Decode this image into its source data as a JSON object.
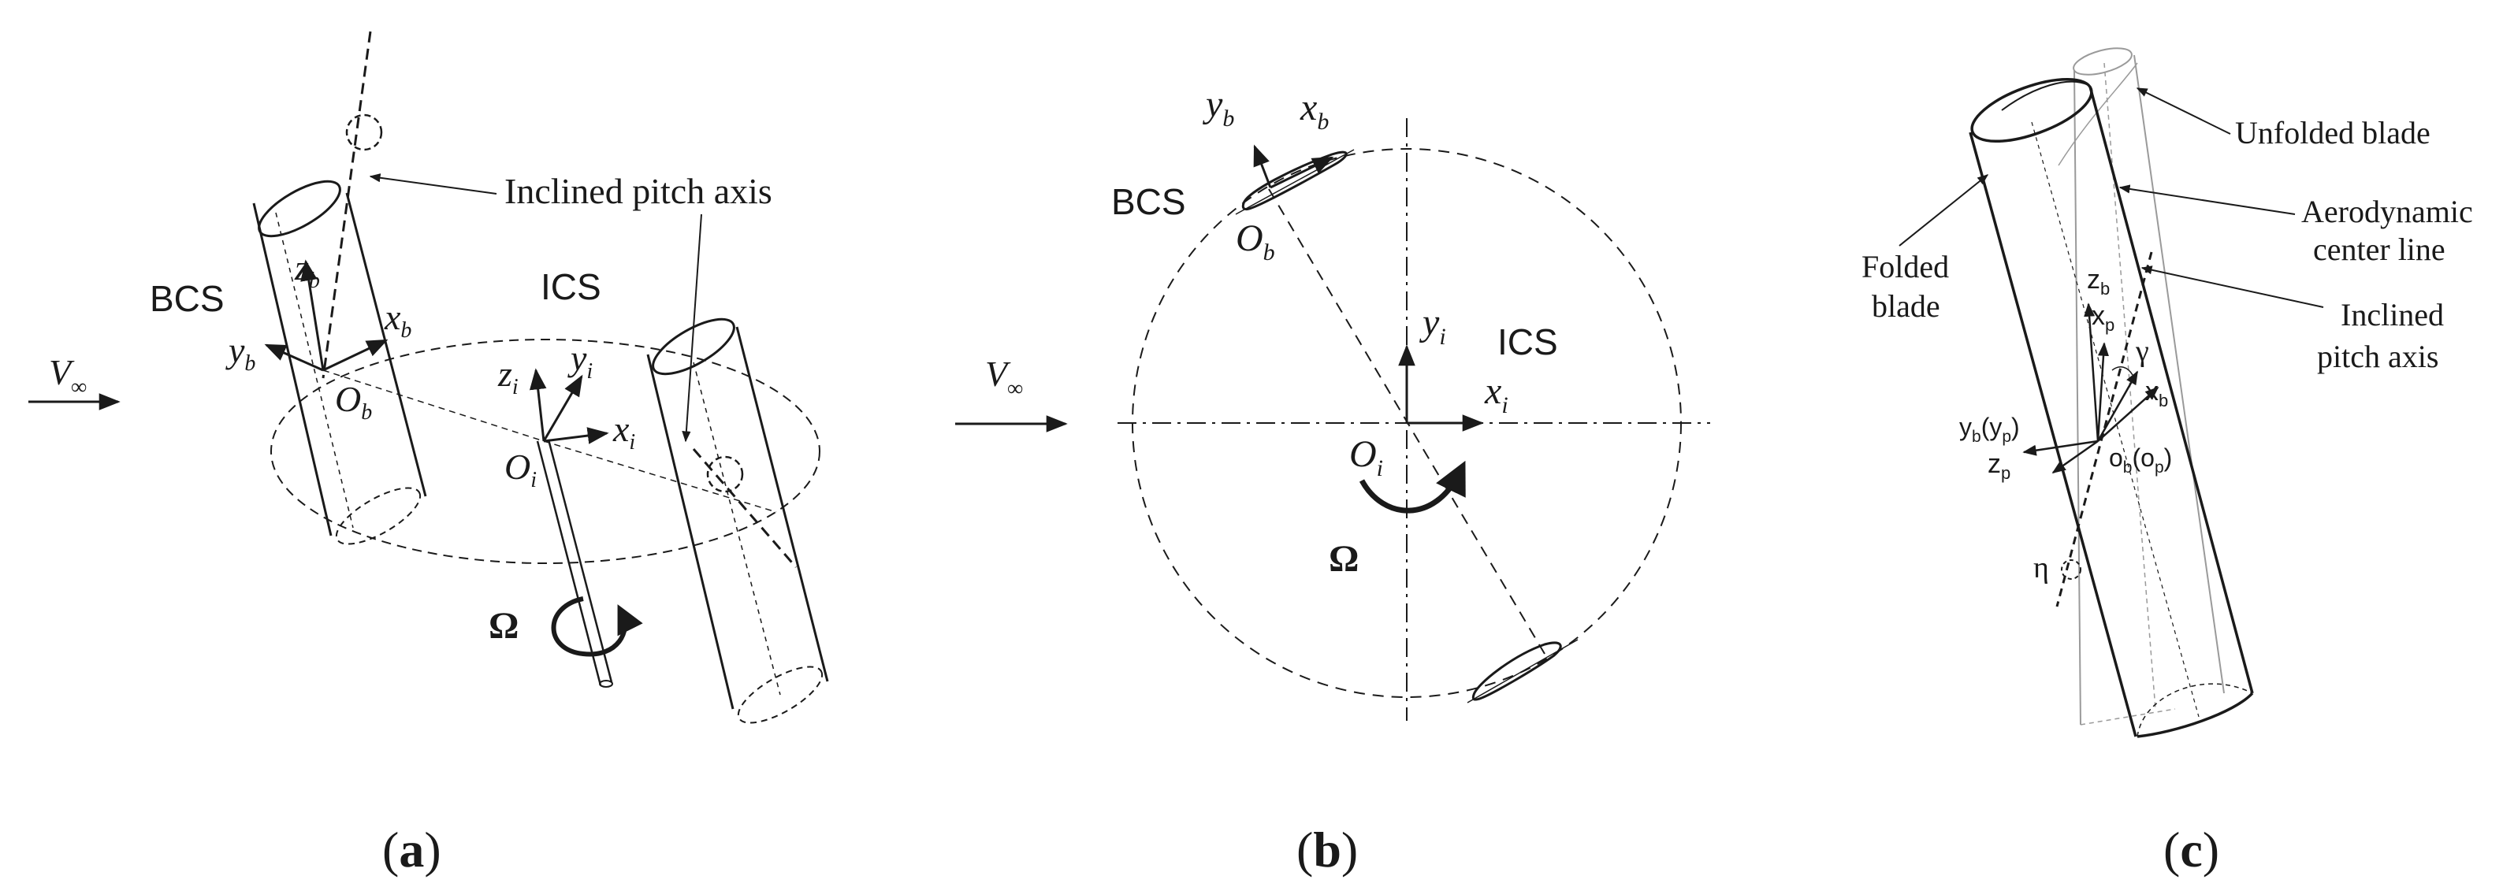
{
  "panel_a": {
    "caption_open": "(",
    "caption_letter": "a",
    "caption_close": ")",
    "freestream": {
      "symbol": "V",
      "subscript": "∞"
    },
    "bcs_label": "BCS",
    "ics_label": "ICS",
    "pitch_axis_label": "Inclined pitch axis",
    "omega": "Ω",
    "axes": {
      "zb": {
        "base": "z",
        "sub": "b"
      },
      "xb": {
        "base": "x",
        "sub": "b"
      },
      "yb": {
        "base": "y",
        "sub": "b"
      },
      "Ob": {
        "base": "O",
        "sub": "b"
      },
      "zi": {
        "base": "z",
        "sub": "i"
      },
      "yi": {
        "base": "y",
        "sub": "i"
      },
      "xi": {
        "base": "x",
        "sub": "i"
      },
      "Oi": {
        "base": "O",
        "sub": "i"
      }
    }
  },
  "panel_b": {
    "caption_open": "(",
    "caption_letter": "b",
    "caption_close": ")",
    "freestream": {
      "symbol": "V",
      "subscript": "∞"
    },
    "bcs_label": "BCS",
    "ics_label": "ICS",
    "omega": "Ω",
    "axes": {
      "yb": {
        "base": "y",
        "sub": "b"
      },
      "xb": {
        "base": "x",
        "sub": "b"
      },
      "Ob": {
        "base": "O",
        "sub": "b"
      },
      "yi": {
        "base": "y",
        "sub": "i"
      },
      "xi": {
        "base": "x",
        "sub": "i"
      },
      "Oi": {
        "base": "O",
        "sub": "i"
      }
    }
  },
  "panel_c": {
    "caption_open": "(",
    "caption_letter": "c",
    "caption_close": ")",
    "unfolded_blade_label": "Unfolded blade",
    "aero_center_label_line1": "Aerodynamic",
    "aero_center_label_line2": "center line",
    "folded_blade_line1": "Folded",
    "folded_blade_line2": "blade",
    "inclined_pitch_line1": "Inclined",
    "inclined_pitch_line2": "pitch axis",
    "axes": {
      "zb": {
        "base": "z",
        "sub": "b"
      },
      "xp": {
        "base": "x",
        "sub": "p"
      },
      "gamma": "γ",
      "xb": {
        "base": "x",
        "sub": "b"
      },
      "yb_yp": {
        "base": "y",
        "sub": "b",
        "paren_base": "(y",
        "paren_sub": "p",
        "close": ")"
      },
      "zp": {
        "base": "z",
        "sub": "p"
      },
      "ob_op": {
        "base": "o",
        "sub": "b",
        "paren_base": "(o",
        "paren_sub": "p",
        "close": ")"
      },
      "eta": "η"
    }
  }
}
